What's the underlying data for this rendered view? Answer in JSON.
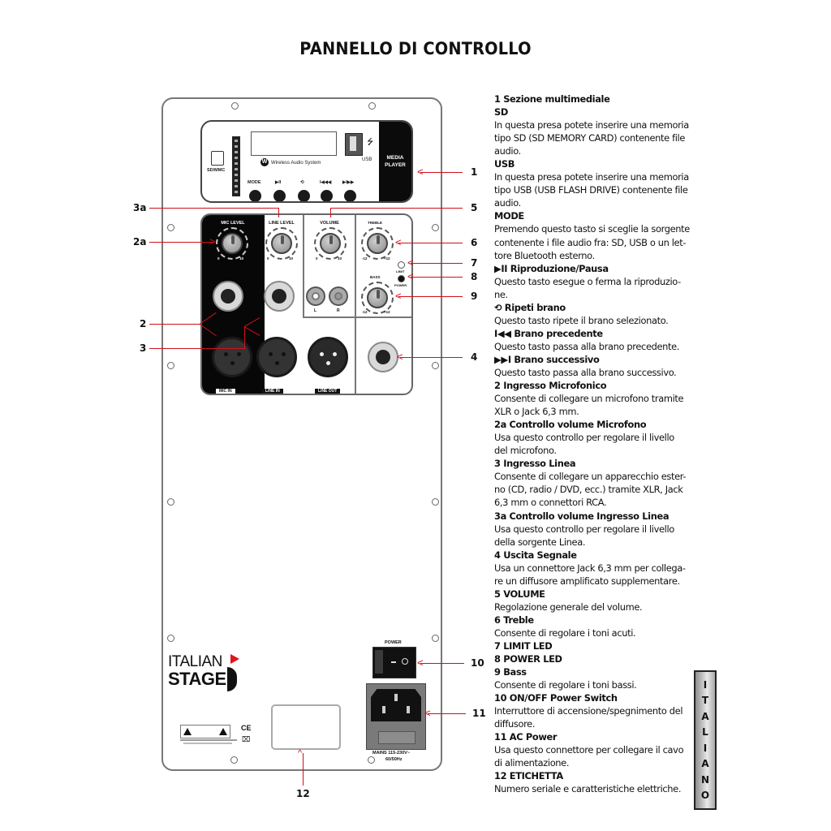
{
  "page_title": "PANNELLO DI CONTROLLO",
  "language_tab": [
    "I",
    "T",
    "A",
    "L",
    "I",
    "A",
    "N",
    "O"
  ],
  "panel": {
    "media_player": {
      "label": "MEDIA PLAYER",
      "sd_label": "SD/MMC",
      "usb_label": "USB",
      "brand_text": "Wireless Audio System",
      "buttons": [
        {
          "label": "MODE"
        },
        {
          "label": "▶II"
        },
        {
          "label": "⟲"
        },
        {
          "label": "I◀◀◀"
        },
        {
          "label": "▶I▶▶"
        }
      ]
    },
    "controls": {
      "mic_level": {
        "label": "MIC LEVEL",
        "min": "0",
        "max": "10"
      },
      "line_level": {
        "label": "LINE LEVEL",
        "min": "0",
        "max": "10"
      },
      "volume": {
        "label": "VOLUME",
        "min": "0",
        "max": "10"
      },
      "treble": {
        "label": "TREBLE",
        "min": "-12",
        "max": "+12"
      },
      "bass": {
        "label": "BASS",
        "min": "-12",
        "max": "+12"
      },
      "limit_led": "LIMIT",
      "power_led": "POWER",
      "rca_left": "L",
      "rca_right": "R",
      "mic_in": "MIC IN",
      "line_in": "LINE IN",
      "line_out": "LINE OUT"
    },
    "power_switch_label": "POWER",
    "mains_label": "MAINS 115-230V~",
    "mains_freq": "60/50Hz",
    "logo_line1": "ITALIAN",
    "logo_line2": "STAGE",
    "ce_mark": "CE"
  },
  "callouts": {
    "c1": "1",
    "c2": "2",
    "c2a": "2a",
    "c3": "3",
    "c3a": "3a",
    "c4": "4",
    "c5": "5",
    "c6": "6",
    "c7": "7",
    "c8": "8",
    "c9": "9",
    "c10": "10",
    "c11": "11",
    "c12": "12"
  },
  "colors": {
    "arrow": "#d0101a",
    "panel_border": "#777777"
  },
  "descriptions": [
    {
      "type": "h",
      "text": "1  Sezione multimediale"
    },
    {
      "type": "h",
      "text": "SD"
    },
    {
      "type": "p",
      "text": "In questa presa potete inserire una memoria"
    },
    {
      "type": "p",
      "text": "tipo SD (SD MEMORY CARD) contenente file"
    },
    {
      "type": "p",
      "text": "audio."
    },
    {
      "type": "h",
      "text": "USB"
    },
    {
      "type": "p",
      "text": "In questa presa potete inserire una memoria"
    },
    {
      "type": "p",
      "text": "tipo USB (USB FLASH DRIVE) contenente file"
    },
    {
      "type": "p",
      "text": "audio."
    },
    {
      "type": "h",
      "text": "MODE"
    },
    {
      "type": "p",
      "text": "Premendo questo tasto si sceglie la sorgente"
    },
    {
      "type": "p",
      "text": "contenente i file audio fra: SD, USB o un let-"
    },
    {
      "type": "p",
      "text": "tore Bluetooth esterno."
    },
    {
      "type": "h",
      "text": " ▶II  Riproduzione/Pausa"
    },
    {
      "type": "p",
      "text": "Questo tasto esegue o ferma la riproduzio-"
    },
    {
      "type": "p",
      "text": "ne."
    },
    {
      "type": "h",
      "text": " ⟲   Ripeti brano"
    },
    {
      "type": "p",
      "text": "Questo tasto ripete il brano selezionato."
    },
    {
      "type": "h",
      "text": "I◀◀  Brano precedente"
    },
    {
      "type": "p",
      "text": "Questo tasto passa alla brano precedente."
    },
    {
      "type": "h",
      "text": "▶▶I  Brano successivo"
    },
    {
      "type": "p",
      "text": "Questo tasto passa alla brano successivo."
    },
    {
      "type": "h",
      "text": "2   Ingresso Microfonico"
    },
    {
      "type": "p",
      "text": "Consente di collegare un microfono tramite"
    },
    {
      "type": "p",
      "text": "XLR o Jack 6,3 mm."
    },
    {
      "type": "h",
      "text": "2a Controllo volume Microfono"
    },
    {
      "type": "p",
      "text": "Usa questo controllo per regolare il livello"
    },
    {
      "type": "p",
      "text": "del microfono."
    },
    {
      "type": "h",
      "text": "3  Ingresso Linea"
    },
    {
      "type": "p",
      "text": "Consente di collegare un apparecchio ester-"
    },
    {
      "type": "p",
      "text": "no (CD, radio / DVD, ecc.) tramite XLR, Jack"
    },
    {
      "type": "p",
      "text": "6,3 mm  o connettori RCA."
    },
    {
      "type": "h",
      "text": "3a Controllo volume Ingresso Linea"
    },
    {
      "type": "p",
      "text": "Usa questo controllo per regolare il livello"
    },
    {
      "type": "p",
      "text": "della sorgente Linea."
    },
    {
      "type": "h",
      "text": "4  Uscita Segnale"
    },
    {
      "type": "p",
      "text": "Usa un connettore Jack 6,3 mm per collega-"
    },
    {
      "type": "p",
      "text": "re un diffusore amplificato supplementare."
    },
    {
      "type": "h",
      "text": "5  VOLUME"
    },
    {
      "type": "p",
      "text": "Regolazione generale del volume."
    },
    {
      "type": "h",
      "text": "6  Treble"
    },
    {
      "type": "p",
      "text": "Consente di regolare i toni acuti."
    },
    {
      "type": "h",
      "text": "7  LIMIT LED"
    },
    {
      "type": "h",
      "text": "8  POWER LED"
    },
    {
      "type": "h",
      "text": "9  Bass"
    },
    {
      "type": "p",
      "text": "Consente di regolare i toni bassi."
    },
    {
      "type": "h",
      "text": "10  ON/OFF Power Switch"
    },
    {
      "type": "p",
      "text": "Interruttore di accensione/spegnimento del"
    },
    {
      "type": "p",
      "text": "diffusore."
    },
    {
      "type": "h",
      "text": "11  AC Power"
    },
    {
      "type": "p",
      "text": "Usa questo connettore per collegare il cavo"
    },
    {
      "type": "p",
      "text": "di alimentazione."
    },
    {
      "type": "h",
      "text": "12  ETICHETTA"
    },
    {
      "type": "p",
      "text": "Numero seriale e caratteristiche elettriche."
    }
  ]
}
